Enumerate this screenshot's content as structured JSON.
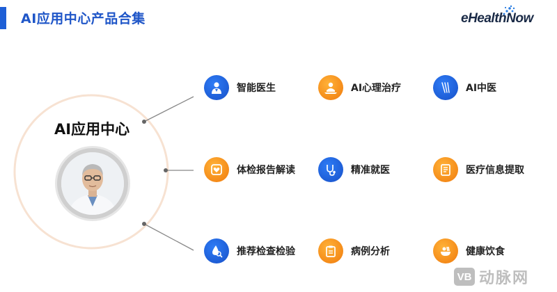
{
  "header": {
    "title": "AI应用中心产品合集",
    "logo_text": "eHealthNow",
    "accent_color": "#1e5fd6"
  },
  "center": {
    "title": "AI应用中心",
    "avatar": "doctor-avatar"
  },
  "products": [
    {
      "label": "智能医生",
      "icon": "doctor-icon",
      "color": "blue"
    },
    {
      "label": "AI心理治疗",
      "icon": "psychology-icon",
      "color": "orange"
    },
    {
      "label": "AI中医",
      "icon": "acupuncture-icon",
      "color": "blue"
    },
    {
      "label": "体检报告解读",
      "icon": "report-heart-icon",
      "color": "orange"
    },
    {
      "label": "精准就医",
      "icon": "stethoscope-icon",
      "color": "blue"
    },
    {
      "label": "医疗信息提取",
      "icon": "document-icon",
      "color": "orange"
    },
    {
      "label": "推荐检查检验",
      "icon": "drop-search-icon",
      "color": "blue"
    },
    {
      "label": "病例分析",
      "icon": "clipboard-icon",
      "color": "orange"
    },
    {
      "label": "健康饮食",
      "icon": "food-icon",
      "color": "orange"
    }
  ],
  "watermark": {
    "badge": "VB",
    "text": "动脉网"
  },
  "colors": {
    "blue": "#1e62e0",
    "orange": "#f28a14",
    "ring": "#f5dcc8"
  }
}
